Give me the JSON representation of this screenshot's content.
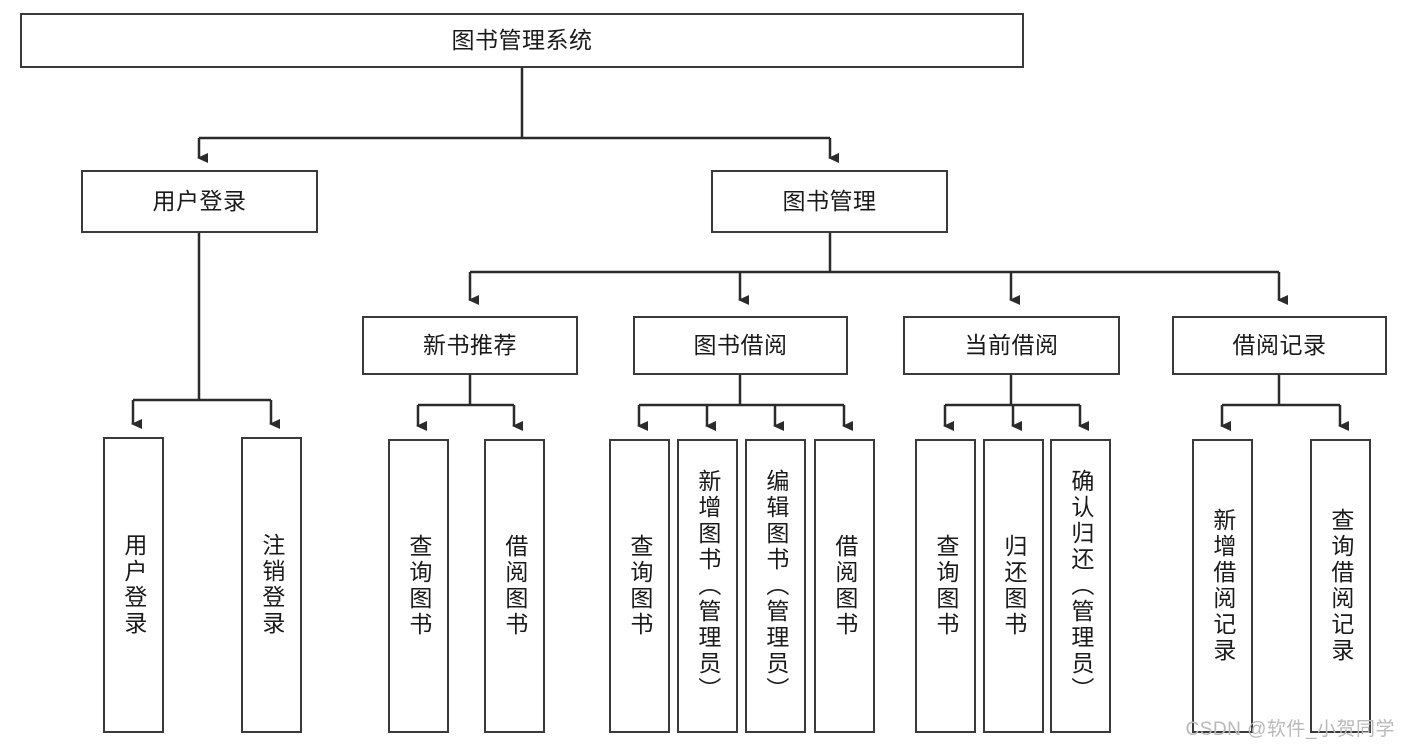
{
  "diagram": {
    "type": "tree-hierarchy-chart",
    "title": "图书管理系统",
    "orientation": "top-down",
    "colors": {
      "box_border": "#3a3a3a",
      "box_fill": "#ffffff",
      "edge": "#2b2b2b",
      "text": "#1a1a1a",
      "watermark": "#b9b9b9",
      "background": "#ffffff"
    },
    "levels": [
      {
        "level": 1,
        "nodes": [
          {
            "id": "root",
            "label": "图书管理系统",
            "text_direction": "horizontal"
          }
        ]
      },
      {
        "level": 2,
        "nodes": [
          {
            "id": "user-login",
            "label": "用户登录",
            "text_direction": "horizontal",
            "parent": "root"
          },
          {
            "id": "book-manage",
            "label": "图书管理",
            "text_direction": "horizontal",
            "parent": "root"
          }
        ]
      },
      {
        "level": 3,
        "nodes": [
          {
            "id": "new-book-rec",
            "label": "新书推荐",
            "text_direction": "horizontal",
            "parent": "book-manage"
          },
          {
            "id": "book-borrow",
            "label": "图书借阅",
            "text_direction": "horizontal",
            "parent": "book-manage"
          },
          {
            "id": "current-borrow",
            "label": "当前借阅",
            "text_direction": "horizontal",
            "parent": "book-manage"
          },
          {
            "id": "borrow-record",
            "label": "借阅记录",
            "text_direction": "horizontal",
            "parent": "book-manage"
          }
        ]
      },
      {
        "level": 4,
        "nodes": [
          {
            "id": "leaf-user-login",
            "label": "用户登录",
            "text_direction": "vertical",
            "parent": "user-login"
          },
          {
            "id": "leaf-logout",
            "label": "注销登录",
            "text_direction": "vertical",
            "parent": "user-login"
          },
          {
            "id": "leaf-query-book-1",
            "label": "查询图书",
            "text_direction": "vertical",
            "parent": "new-book-rec"
          },
          {
            "id": "leaf-borrow-book-1",
            "label": "借阅图书",
            "text_direction": "vertical",
            "parent": "new-book-rec"
          },
          {
            "id": "leaf-query-book-2",
            "label": "查询图书",
            "text_direction": "vertical",
            "parent": "book-borrow"
          },
          {
            "id": "leaf-add-book",
            "label": "新增图书（管理员）",
            "text_direction": "vertical",
            "parent": "book-borrow"
          },
          {
            "id": "leaf-edit-book",
            "label": "编辑图书（管理员）",
            "text_direction": "vertical",
            "parent": "book-borrow"
          },
          {
            "id": "leaf-borrow-book-2",
            "label": "借阅图书",
            "text_direction": "vertical",
            "parent": "book-borrow"
          },
          {
            "id": "leaf-query-book-3",
            "label": "查询图书",
            "text_direction": "vertical",
            "parent": "current-borrow"
          },
          {
            "id": "leaf-return-book",
            "label": "归还图书",
            "text_direction": "vertical",
            "parent": "current-borrow"
          },
          {
            "id": "leaf-confirm-return",
            "label": "确认归还（管理员）",
            "text_direction": "vertical",
            "parent": "current-borrow"
          },
          {
            "id": "leaf-add-record",
            "label": "新增借阅记录",
            "text_direction": "vertical",
            "parent": "borrow-record"
          },
          {
            "id": "leaf-query-record",
            "label": "查询借阅记录",
            "text_direction": "vertical",
            "parent": "borrow-record"
          }
        ]
      }
    ]
  },
  "watermark": {
    "text": "CSDN @软件_小贺同学"
  }
}
